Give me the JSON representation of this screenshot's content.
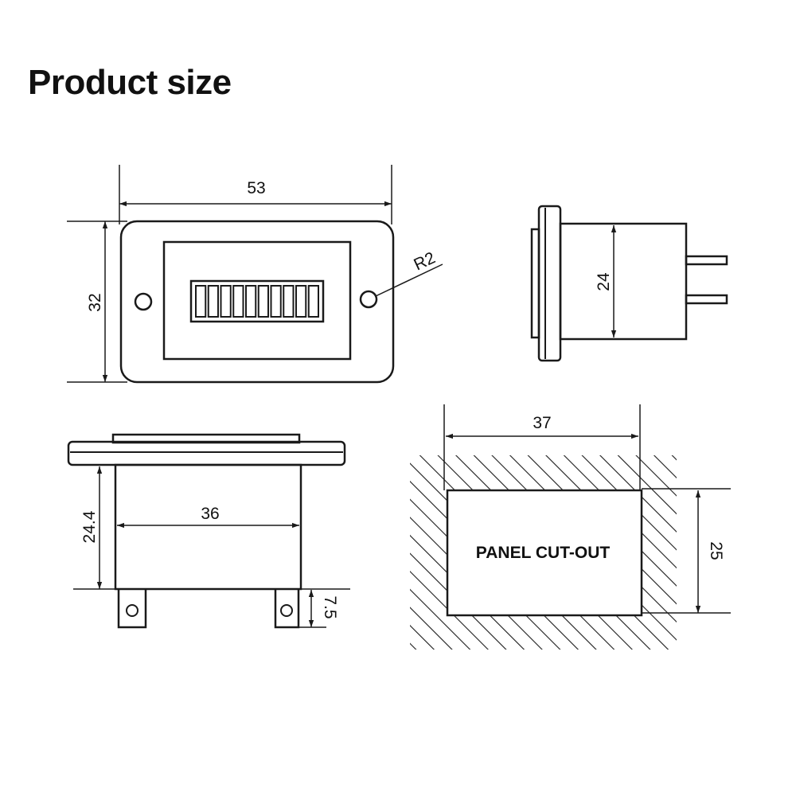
{
  "title": "Product size",
  "front_view": {
    "width": "53",
    "height": "32",
    "corner_radius": "R2",
    "led_segments": 10
  },
  "side_view": {
    "body_height": "24"
  },
  "bottom_view": {
    "body_width": "36",
    "height": "24.4",
    "terminal_length": "7.5"
  },
  "panel_cutout": {
    "width": "37",
    "height": "25",
    "label": "PANEL CUT-OUT"
  }
}
